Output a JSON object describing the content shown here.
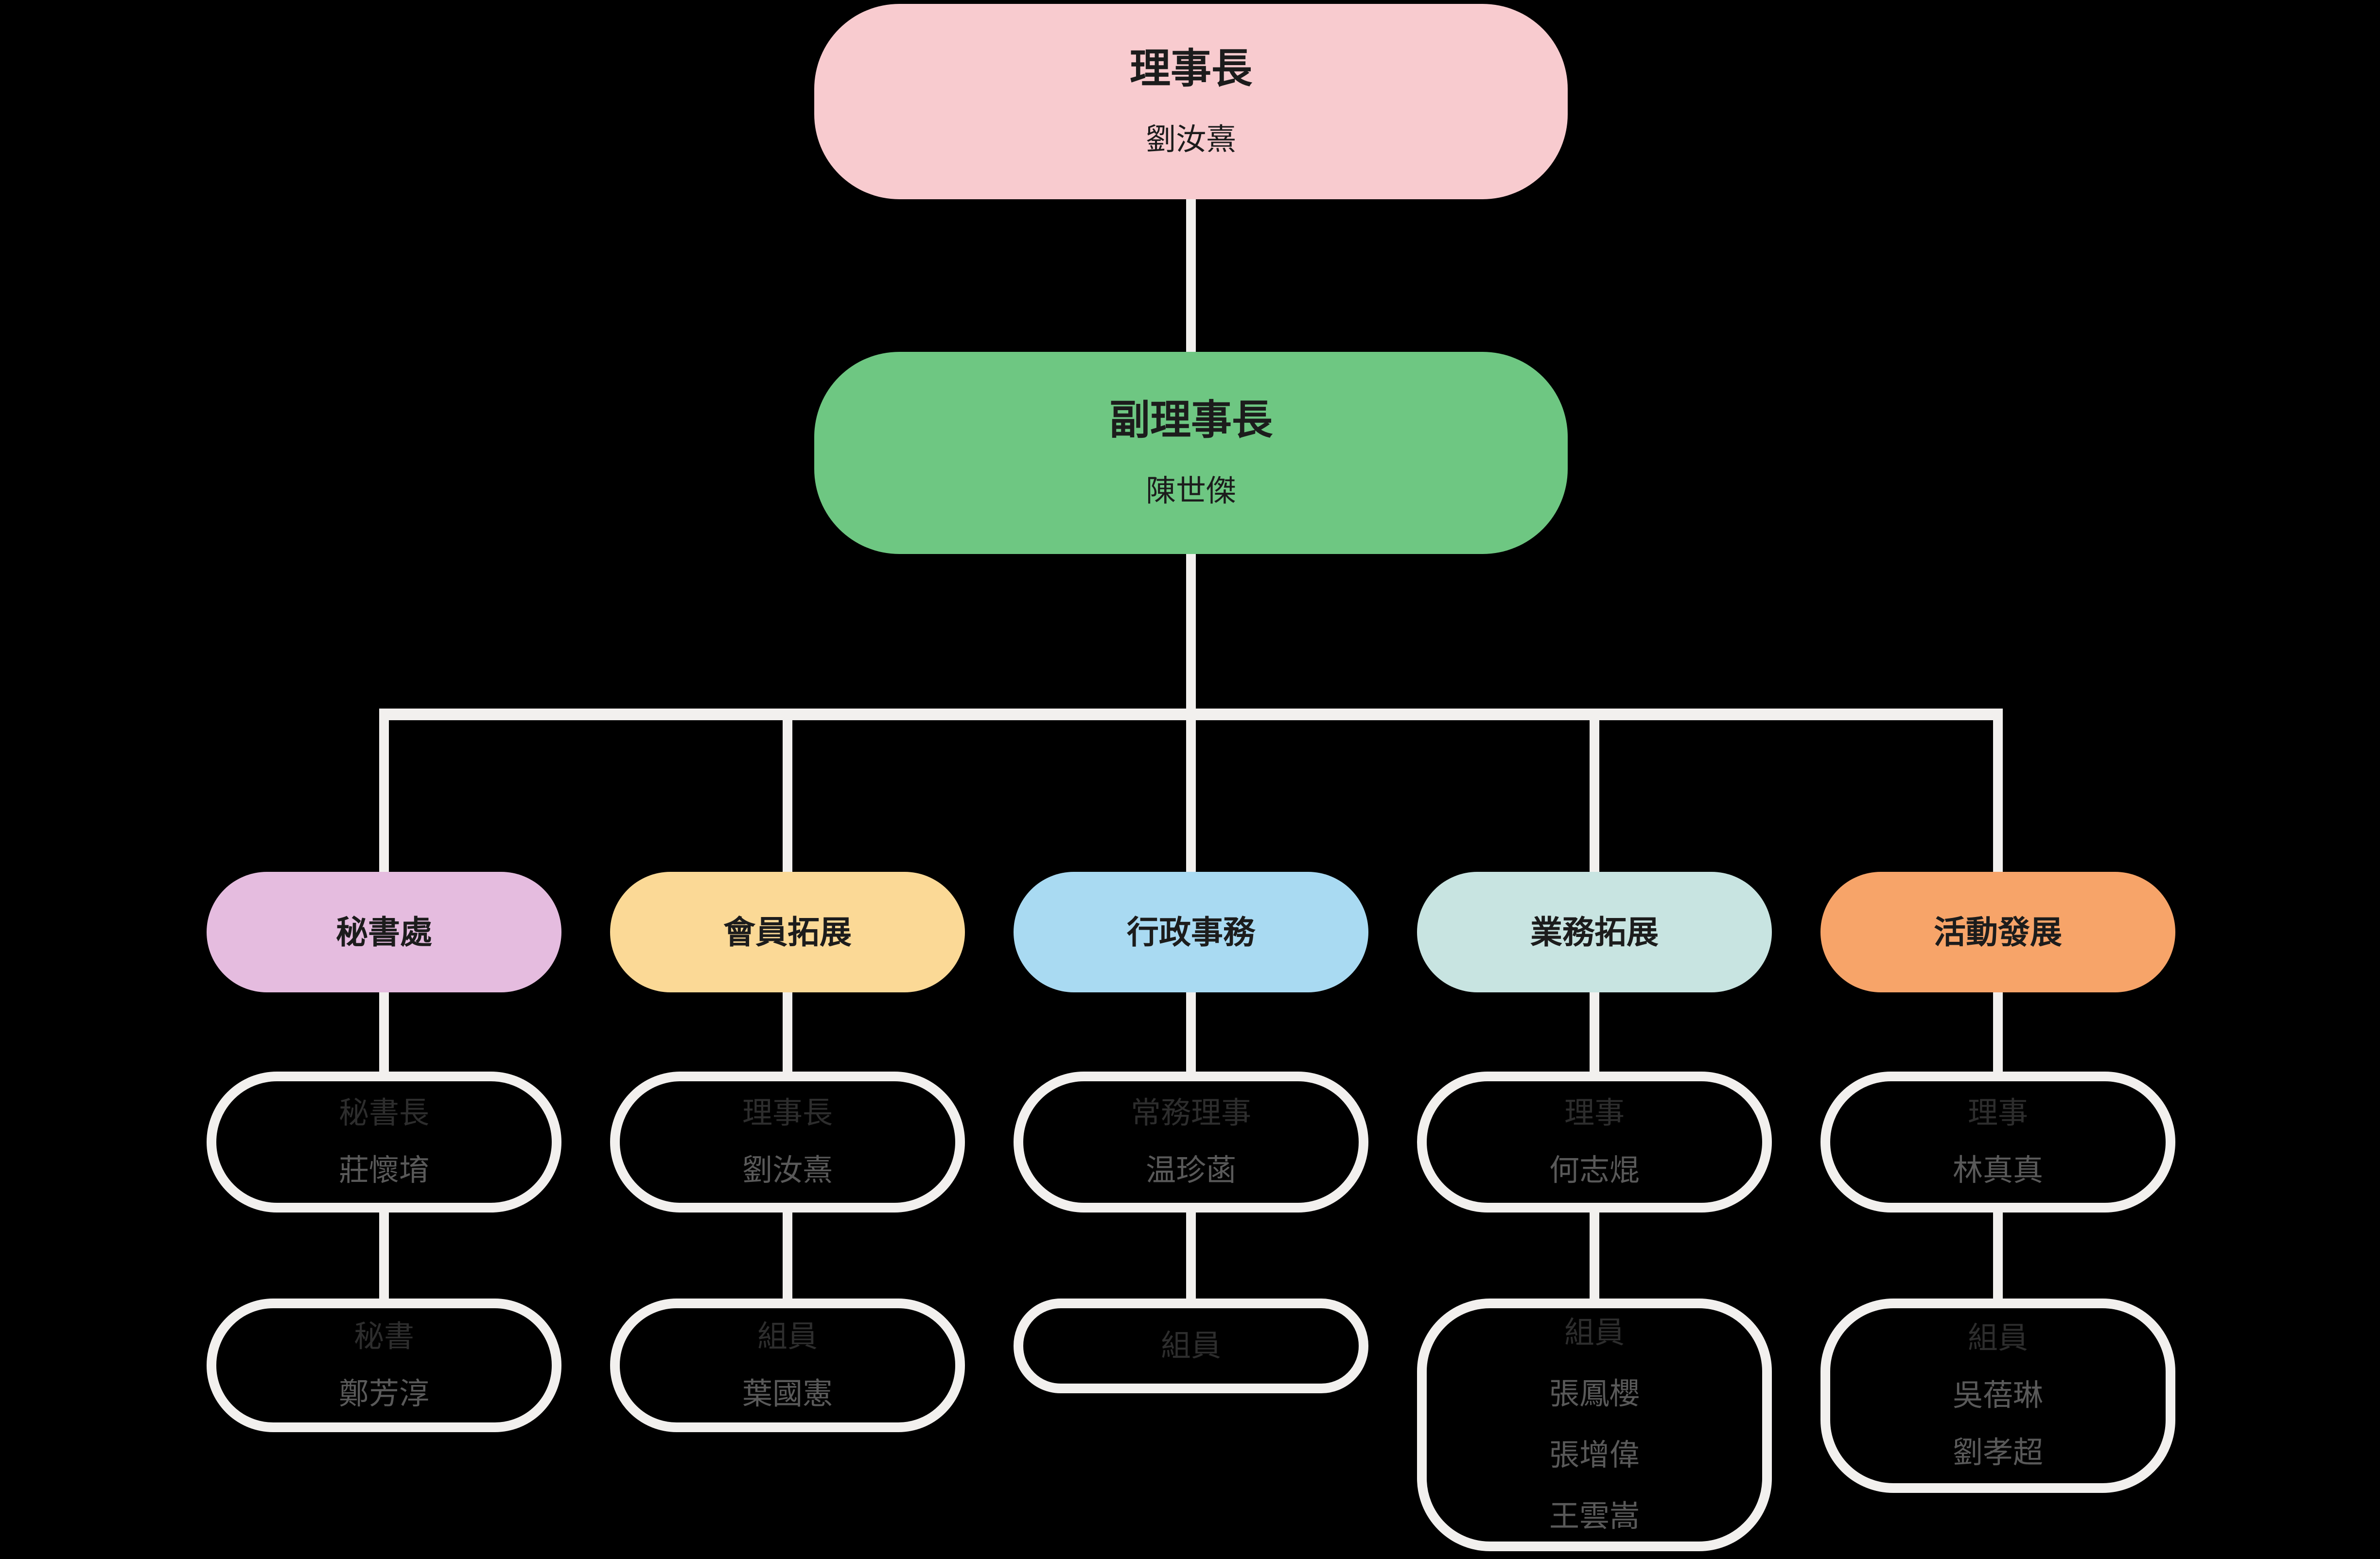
{
  "org": {
    "chairman": {
      "title": "理事長",
      "name": "劉汝熹",
      "color": "#f8cbcf"
    },
    "vice_chairman": {
      "title": "副理事長",
      "name": "陳世傑",
      "color": "#6ec782"
    },
    "departments": [
      {
        "label": "秘書處",
        "color": "#e5bcdf",
        "lead": {
          "title": "秘書長",
          "name": "莊懷堉"
        },
        "members": {
          "title": "秘書",
          "names": [
            "鄭芳淳"
          ]
        }
      },
      {
        "label": "會員拓展",
        "color": "#fbd996",
        "lead": {
          "title": "理事長",
          "name": "劉汝熹"
        },
        "members": {
          "title": "組員",
          "names": [
            "葉國憲"
          ]
        }
      },
      {
        "label": "行政事務",
        "color": "#a9daf2",
        "lead": {
          "title": "常務理事",
          "name": "温珍菡"
        },
        "members": {
          "title": "組員",
          "names": []
        }
      },
      {
        "label": "業務拓展",
        "color": "#c8e4e1",
        "lead": {
          "title": "理事",
          "name": "何志焜"
        },
        "members": {
          "title": "組員",
          "names": [
            "張鳳櫻",
            "張增偉",
            "王雲嵩"
          ]
        }
      },
      {
        "label": "活動發展",
        "color": "#f7a469",
        "lead": {
          "title": "理事",
          "name": "林真真"
        },
        "members": {
          "title": "組員",
          "names": [
            "吳蓓琳",
            "劉孝超"
          ]
        }
      }
    ],
    "line_color": "#f2f0ee",
    "background_color": "#000000"
  }
}
